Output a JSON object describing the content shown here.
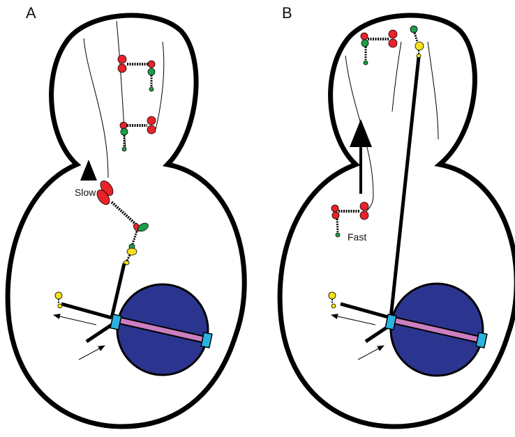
{
  "panels": [
    {
      "label": "A",
      "speed_label": "Slow"
    },
    {
      "label": "B",
      "speed_label": "Fast"
    }
  ],
  "colors": {
    "cell_outline": "#000000",
    "nucleus": "#2b3590",
    "spindle_bar": "#cc7fc0",
    "spb": "#2ab3e0",
    "red_protein": "#e8232a",
    "green_protein": "#1f9e48",
    "yellow_protein": "#f4e01c"
  }
}
